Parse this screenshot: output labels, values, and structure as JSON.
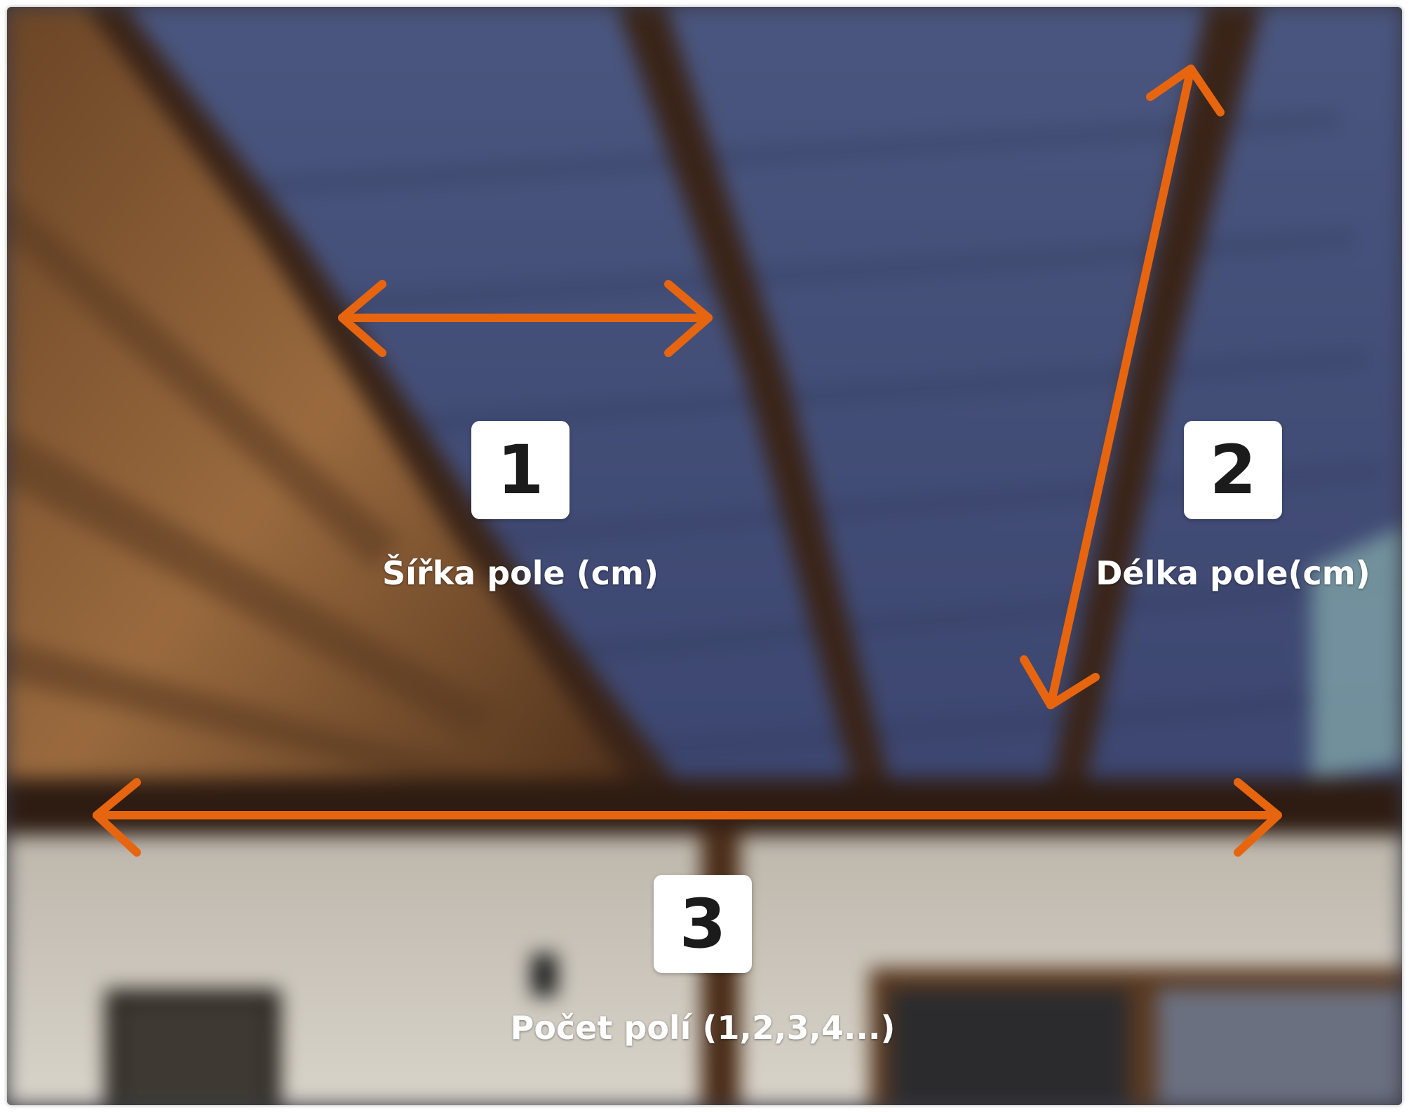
{
  "annotations": [
    {
      "number": "1",
      "label": "Šířka pole (cm)"
    },
    {
      "number": "2",
      "label": "Délka pole(cm)"
    },
    {
      "number": "3",
      "label": "Počet polí (1,2,3,4...)"
    }
  ],
  "colors": {
    "arrow": "#e8650f",
    "badge_bg": "#ffffff",
    "badge_text": "#1b1b1b",
    "caption_text": "#ffffff",
    "canopy_fabric": "#44507a",
    "wood_beam": "#3a2418",
    "reed_shade": "#8a5a34",
    "wall": "#d4cfc4"
  }
}
